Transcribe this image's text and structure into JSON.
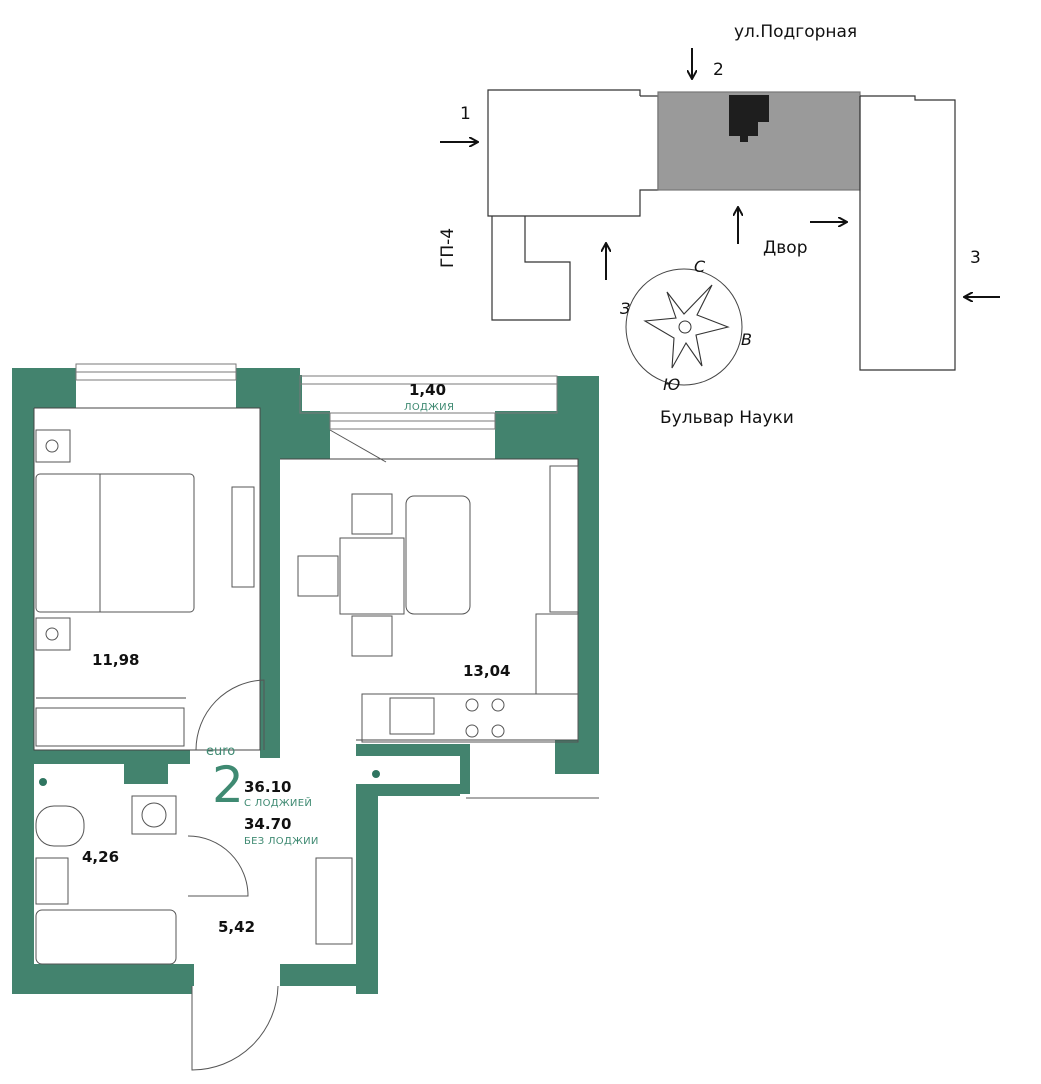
{
  "site": {
    "street_top": "ул.Подгорная",
    "street_bottom": "Бульвар Науки",
    "yard": "Двор",
    "building_code": "ГП-4",
    "entrances": [
      "1",
      "2",
      "3"
    ]
  },
  "compass": {
    "north": "С",
    "south": "Ю",
    "east": "В",
    "west": "З"
  },
  "apartment": {
    "type": "euro",
    "rooms": "2",
    "area_with_loggia": "36.10",
    "with_loggia_caption": "С ЛОДЖИЕЙ",
    "area_without_loggia": "34.70",
    "without_loggia_caption": "БЕЗ ЛОДЖИИ"
  },
  "rooms": {
    "loggia_area": "1,40",
    "loggia_label": "ЛОДЖИЯ",
    "bedroom_area": "11,98",
    "living_kitchen_area": "13,04",
    "bathroom_area": "4,26",
    "hallway_area": "5,42"
  },
  "colors": {
    "wall": "#43836e",
    "selected_section": "#9a9a9a",
    "unit_mark": "#1e1e1e",
    "caption": "#3f8a72"
  }
}
